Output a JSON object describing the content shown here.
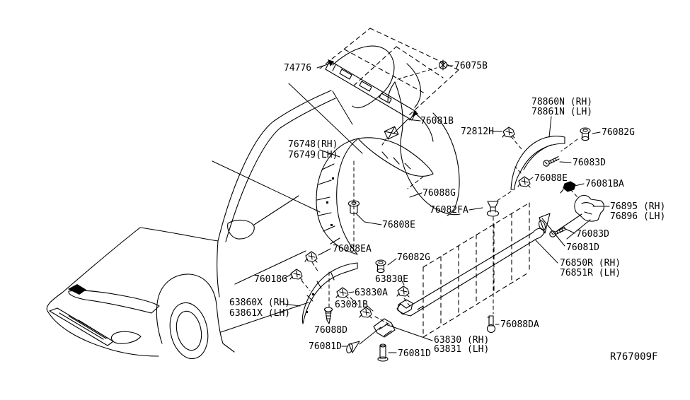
{
  "diagram": {
    "ref_code": "R767009F",
    "background_color": "#ffffff",
    "line_color": "#000000"
  },
  "labels": [
    {
      "text": "74776"
    },
    {
      "text": "76075B"
    },
    {
      "text": "76081B"
    },
    {
      "text": "78860N (RH)"
    },
    {
      "text": "78861N (LH)"
    },
    {
      "text": "72812H"
    },
    {
      "text": "76082G"
    },
    {
      "text": "76748(RH)"
    },
    {
      "text": "76749(LH)"
    },
    {
      "text": "76083D"
    },
    {
      "text": "76088E"
    },
    {
      "text": "76081BA"
    },
    {
      "text": "76088G"
    },
    {
      "text": "76082FA"
    },
    {
      "text": "76895 (RH)"
    },
    {
      "text": "76896 (LH)"
    },
    {
      "text": "76808E"
    },
    {
      "text": "76083D"
    },
    {
      "text": "76081D"
    },
    {
      "text": "76088EA"
    },
    {
      "text": "76082G"
    },
    {
      "text": "76850R (RH)"
    },
    {
      "text": "76851R (LH)"
    },
    {
      "text": "76018G"
    },
    {
      "text": "63830E"
    },
    {
      "text": "63830A"
    },
    {
      "text": "63860X (RH)"
    },
    {
      "text": "63861X (LH)"
    },
    {
      "text": "63081B"
    },
    {
      "text": "76088D"
    },
    {
      "text": "76088DA"
    },
    {
      "text": "76081D"
    },
    {
      "text": "63830 (RH)"
    },
    {
      "text": "63831 (LH)"
    },
    {
      "text": "76081D"
    }
  ]
}
